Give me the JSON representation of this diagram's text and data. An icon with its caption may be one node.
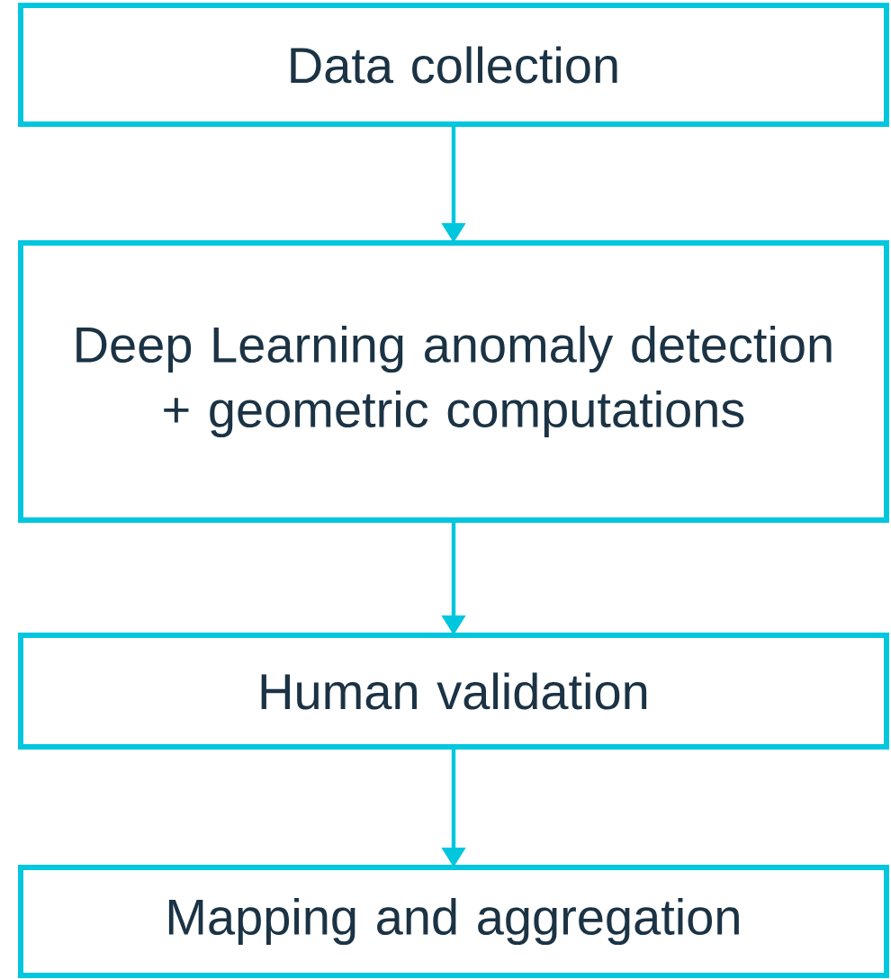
{
  "diagram": {
    "nodes": [
      {
        "text": [
          "Data collection"
        ]
      },
      {
        "text": [
          "Deep Learning anomaly detection + geometric computations"
        ]
      },
      {
        "text": [
          "Human validation"
        ]
      },
      {
        "text": [
          "Mapping and aggregation"
        ]
      }
    ],
    "edges": [
      {
        "from": 0,
        "to": 1,
        "arrow": "to"
      },
      {
        "from": 1,
        "to": 2,
        "arrow": "to"
      },
      {
        "from": 2,
        "to": 3,
        "arrow": "to"
      }
    ]
  }
}
